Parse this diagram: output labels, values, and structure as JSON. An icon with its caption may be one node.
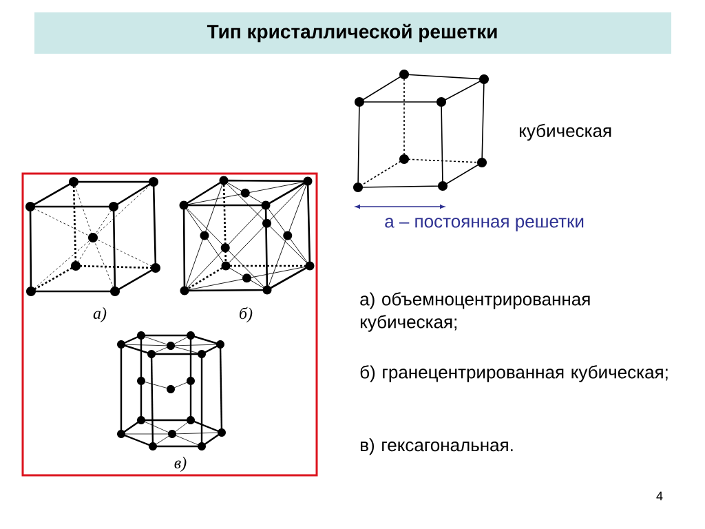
{
  "diagram": {
    "title": "Тип кристаллической решетки",
    "labels": [
      "кубическая",
      "а – постоянная решетки",
      "а) объемноцентрированная кубическая;",
      "а)",
      "б)",
      "б) гранецентрированная кубическая;",
      "в)",
      "в) гексагональная.",
      "4"
    ]
  }
}
